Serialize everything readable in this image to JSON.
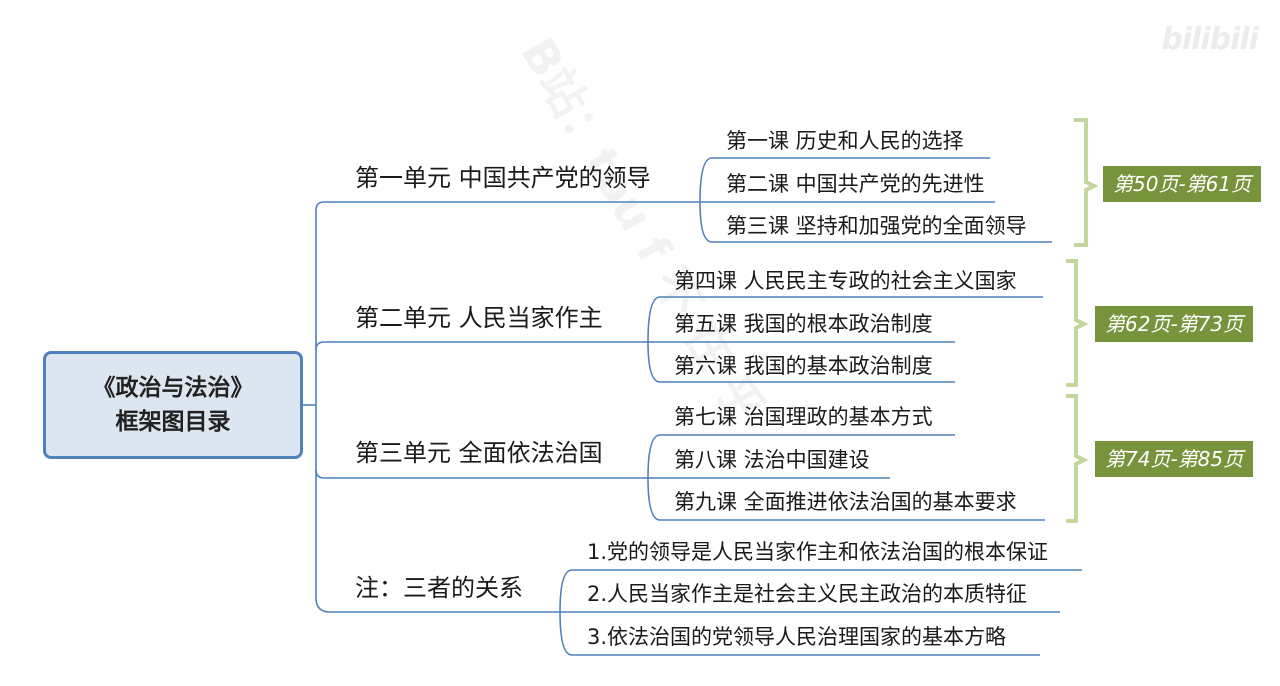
{
  "root": {
    "line1": "《政治与法治》",
    "line2": "框架图目录"
  },
  "units": [
    {
      "title": "第一单元  中国共产党的领导",
      "lessons": [
        "第一课  历史和人民的选择",
        "第二课  中国共产党的先进性",
        "第三课  坚持和加强党的全面领导"
      ],
      "pages": "第50页-第61页"
    },
    {
      "title": "第二单元  人民当家作主",
      "lessons": [
        "第四课  人民民主专政的社会主义国家",
        "第五课  我国的根本政治制度",
        "第六课  我国的基本政治制度"
      ],
      "pages": "第62页-第73页"
    },
    {
      "title": "第三单元  全面依法治国",
      "lessons": [
        "第七课  治国理政的基本方式",
        "第八课  法治中国建设",
        "第九课  全面推进依法治国的基本要求"
      ],
      "pages": "第74页-第85页"
    }
  ],
  "note": {
    "title": "注：三者的关系",
    "items": [
      "1.党的领导是人民当家作主和依法治国的根本保证",
      "2.人民当家作主是社会主义民主政治的本质特征",
      "3.依法治国的党领导人民治理国家的基本方略"
    ]
  },
  "logo": "bilibili",
  "colors": {
    "line": "#4f81bd",
    "rootFill": "#dce6f1",
    "bracket": "#c3d69b",
    "tag": "#77933c"
  }
}
